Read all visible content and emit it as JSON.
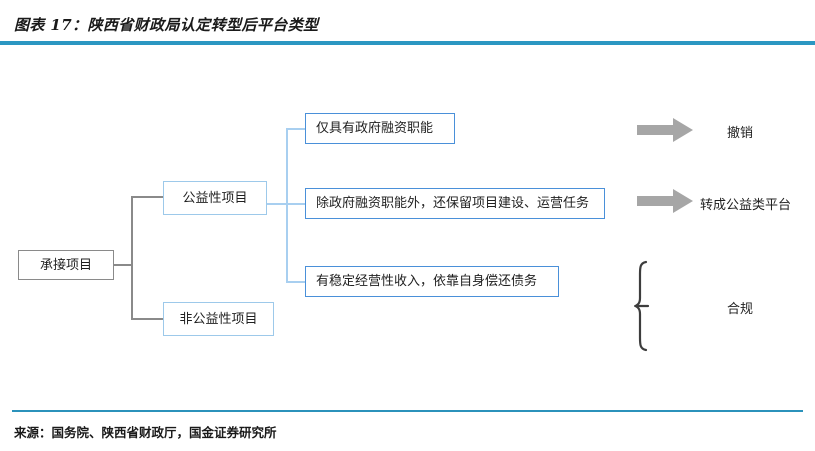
{
  "figure": {
    "title": "图表 17：陕西省财政局认定转型后平台类型",
    "source": "来源：国务院、陕西省财政厅，国金证券研究所",
    "accent_color": "#2b97c2",
    "rule_color": "#2b92bb"
  },
  "diagram": {
    "type": "tree",
    "root": {
      "label": "承接项目",
      "border_color": "#8a8a8a"
    },
    "categories": [
      {
        "label": "公益性项目",
        "border_color": "#9dc9ea"
      },
      {
        "label": "非公益性项目",
        "border_color": "#9dc9ea"
      }
    ],
    "criteria": [
      {
        "label": "仅具有政府融资职能",
        "border_color": "#4a90d9"
      },
      {
        "label": "除政府融资职能外，还保留项目建设、运营任务",
        "border_color": "#4a90d9"
      },
      {
        "label": "有稳定经营性收入，依靠自身偿还债务",
        "border_color": "#4a90d9"
      }
    ],
    "outcomes": [
      {
        "label": "撤销",
        "marker": "right-arrow-icon",
        "marker_color": "#a6a6a6"
      },
      {
        "label": "转成公益类平台",
        "marker": "right-arrow-icon",
        "marker_color": "#a6a6a6"
      },
      {
        "label": "合规",
        "marker": "curly-brace-icon",
        "marker_color": "#3d3d3d"
      }
    ]
  }
}
